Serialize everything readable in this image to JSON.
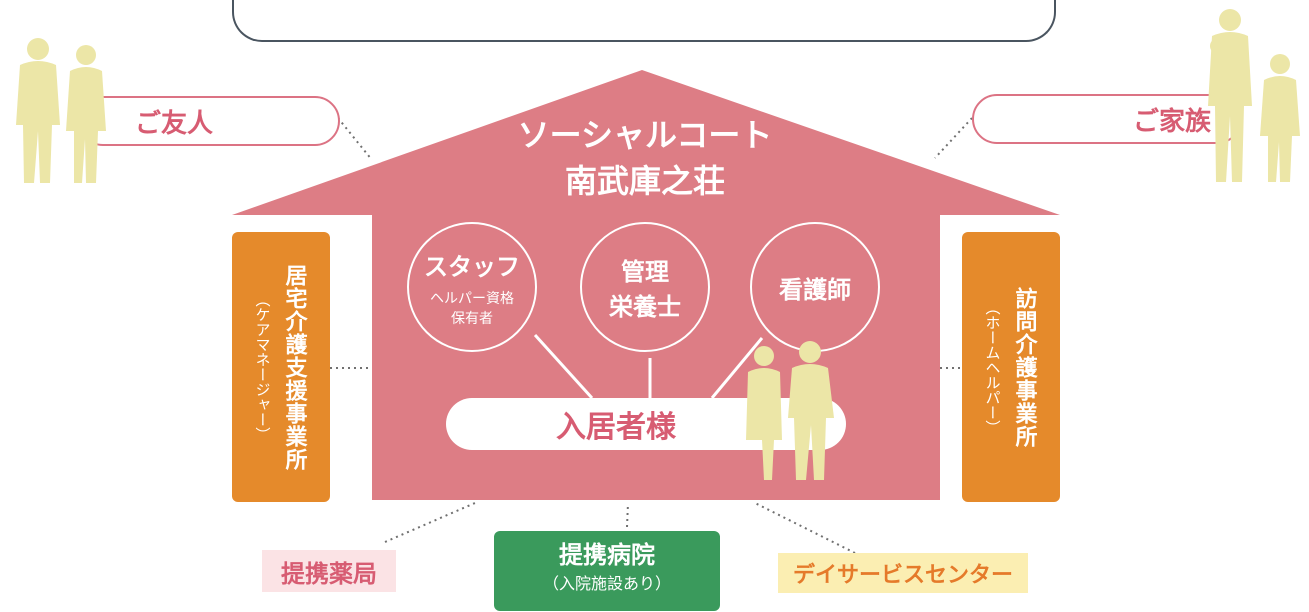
{
  "colors": {
    "house": "#dd7d85",
    "orange": "#e58a2b",
    "green": "#3a9a5c",
    "accent_text": "#d75c72",
    "silhouette": "#ece6a7"
  },
  "house": {
    "title_line1": "ソーシャルコート",
    "title_line2": "南武庫之荘"
  },
  "staff": [
    {
      "title": "スタッフ",
      "sub1": "ヘルパー資格",
      "sub2": "保有者"
    },
    {
      "title1": "管理",
      "title2": "栄養士"
    },
    {
      "title": "看護師"
    }
  ],
  "resident": "入居者様",
  "friend": "ご友人",
  "family": "ご家族",
  "left_box": {
    "main": "居宅介護支援事業所",
    "sub": "（ケアマネージャー）"
  },
  "right_box": {
    "main": "訪問介護事業所",
    "sub": "（ホームヘルパー）"
  },
  "pharmacy": "提携薬局",
  "hospital": {
    "line1": "提携病院",
    "line2": "（入院施設あり）"
  },
  "dayservice": "デイサービスセンター",
  "icons": [
    "couple-silhouette-icon",
    "family-silhouette-icon",
    "elderly-couple-silhouette-icon"
  ]
}
